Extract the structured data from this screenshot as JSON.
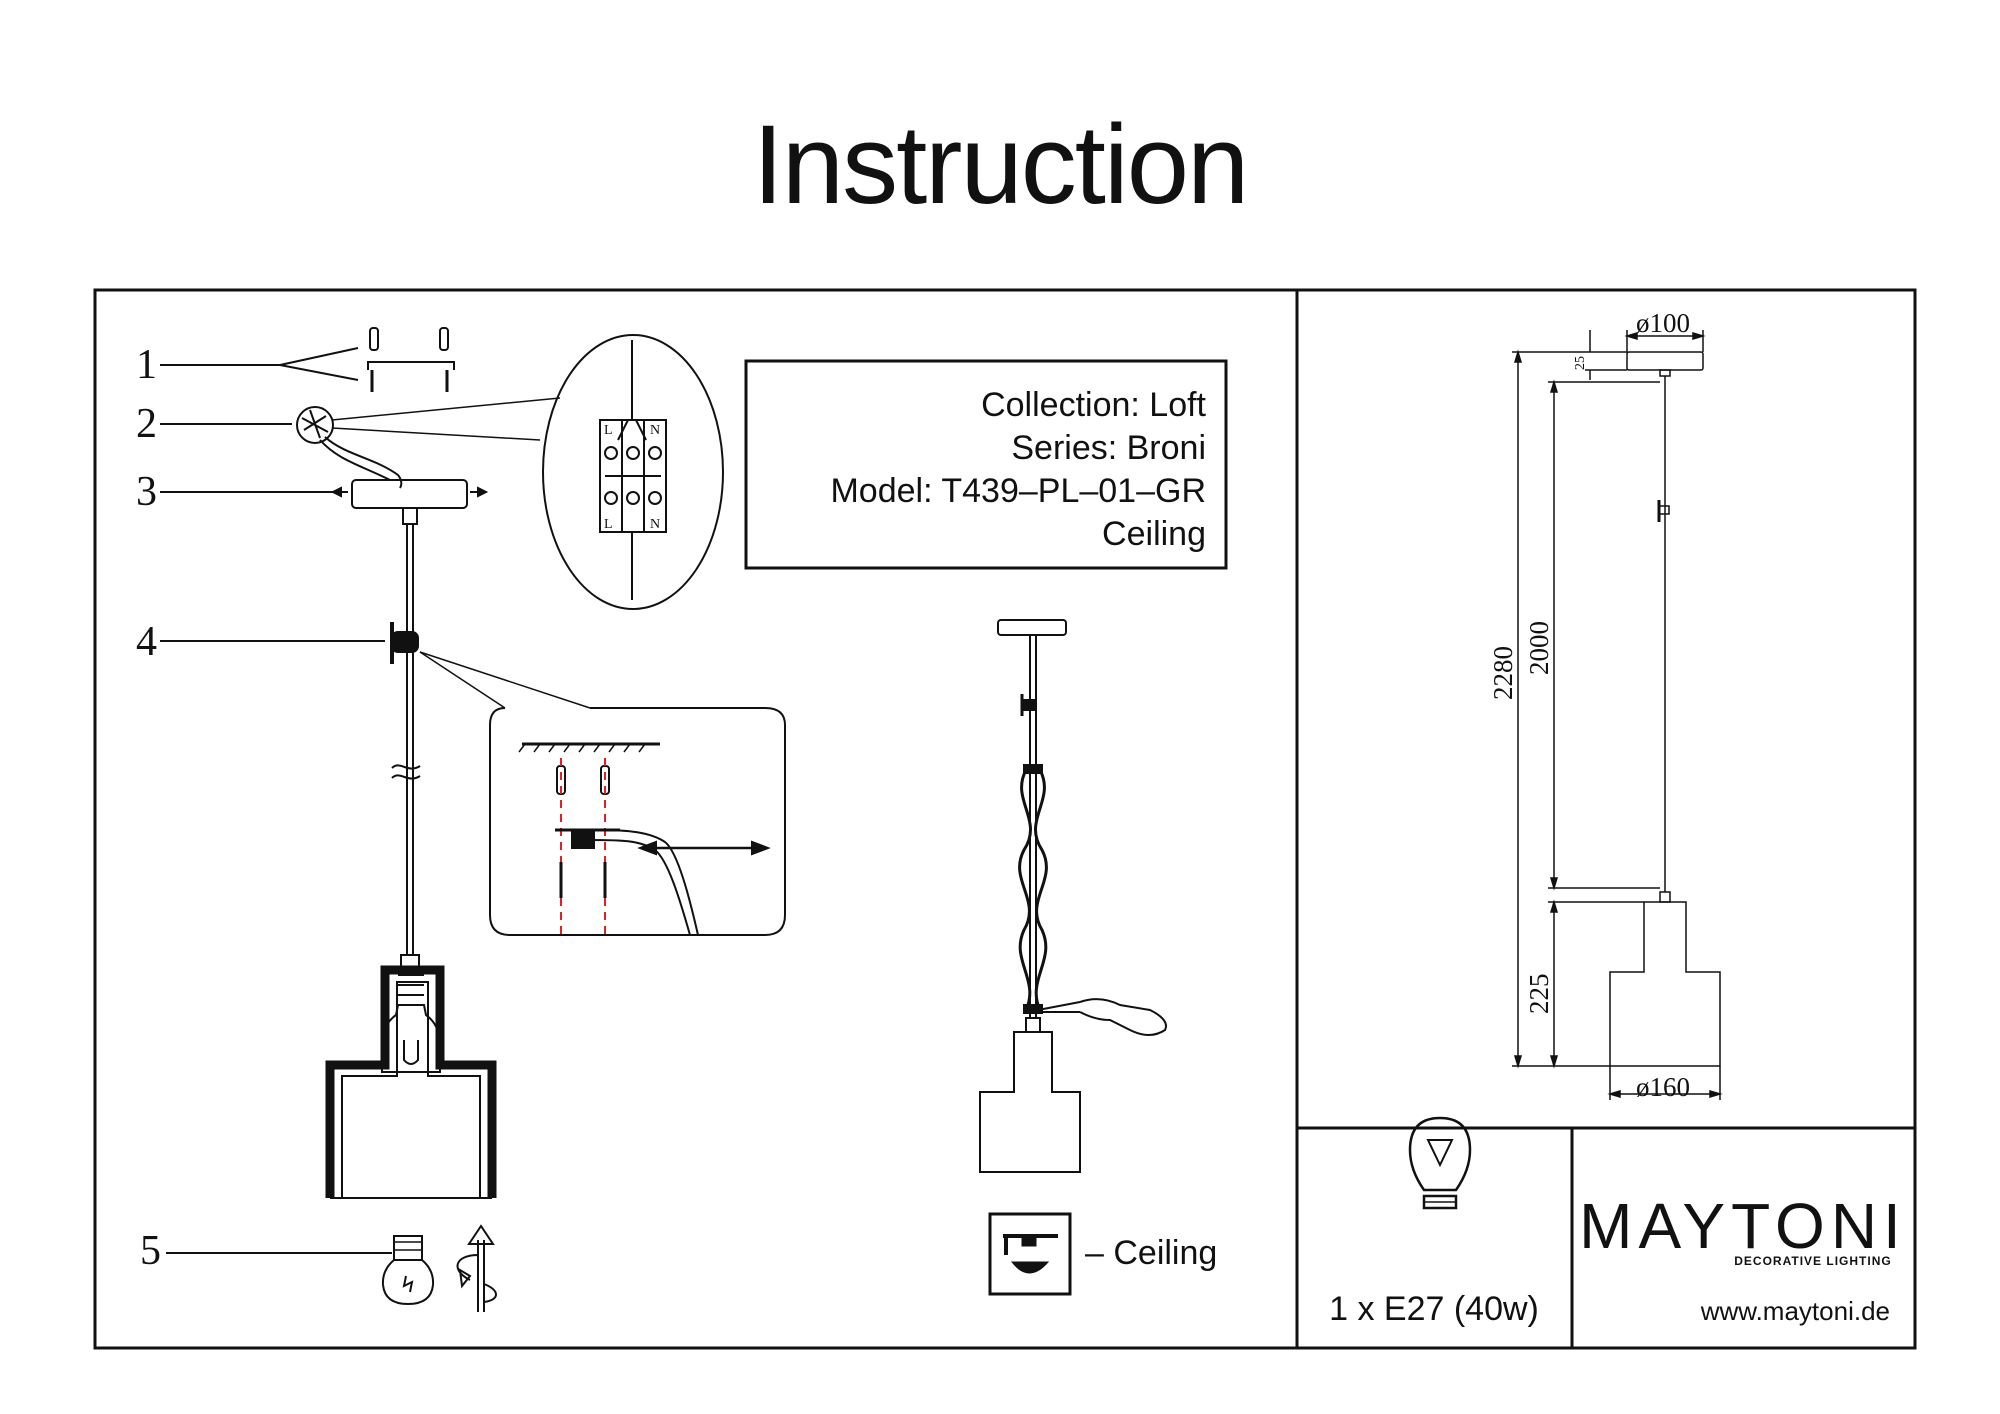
{
  "title": "Instruction",
  "parts": [
    "1",
    "2",
    "3",
    "4",
    "5"
  ],
  "info": {
    "collection": "Collection: Loft",
    "series": "Series: Broni",
    "model": "Model: T439–PL–01–GR",
    "mount": "Ceiling"
  },
  "terminal": {
    "l": "L",
    "n": "N"
  },
  "ceiling_label": "– Ceiling",
  "dimensions": {
    "canopy_diameter": "ø100",
    "canopy_height": "25",
    "total_height": "2280",
    "cable_length": "2000",
    "shade_height": "225",
    "shade_diameter": "ø160"
  },
  "bulb_spec": "1 x E27 (40w)",
  "brand": {
    "name": "MAYTONI",
    "tagline": "DECORATIVE LIGHTING",
    "url": "www.maytoni.de"
  }
}
